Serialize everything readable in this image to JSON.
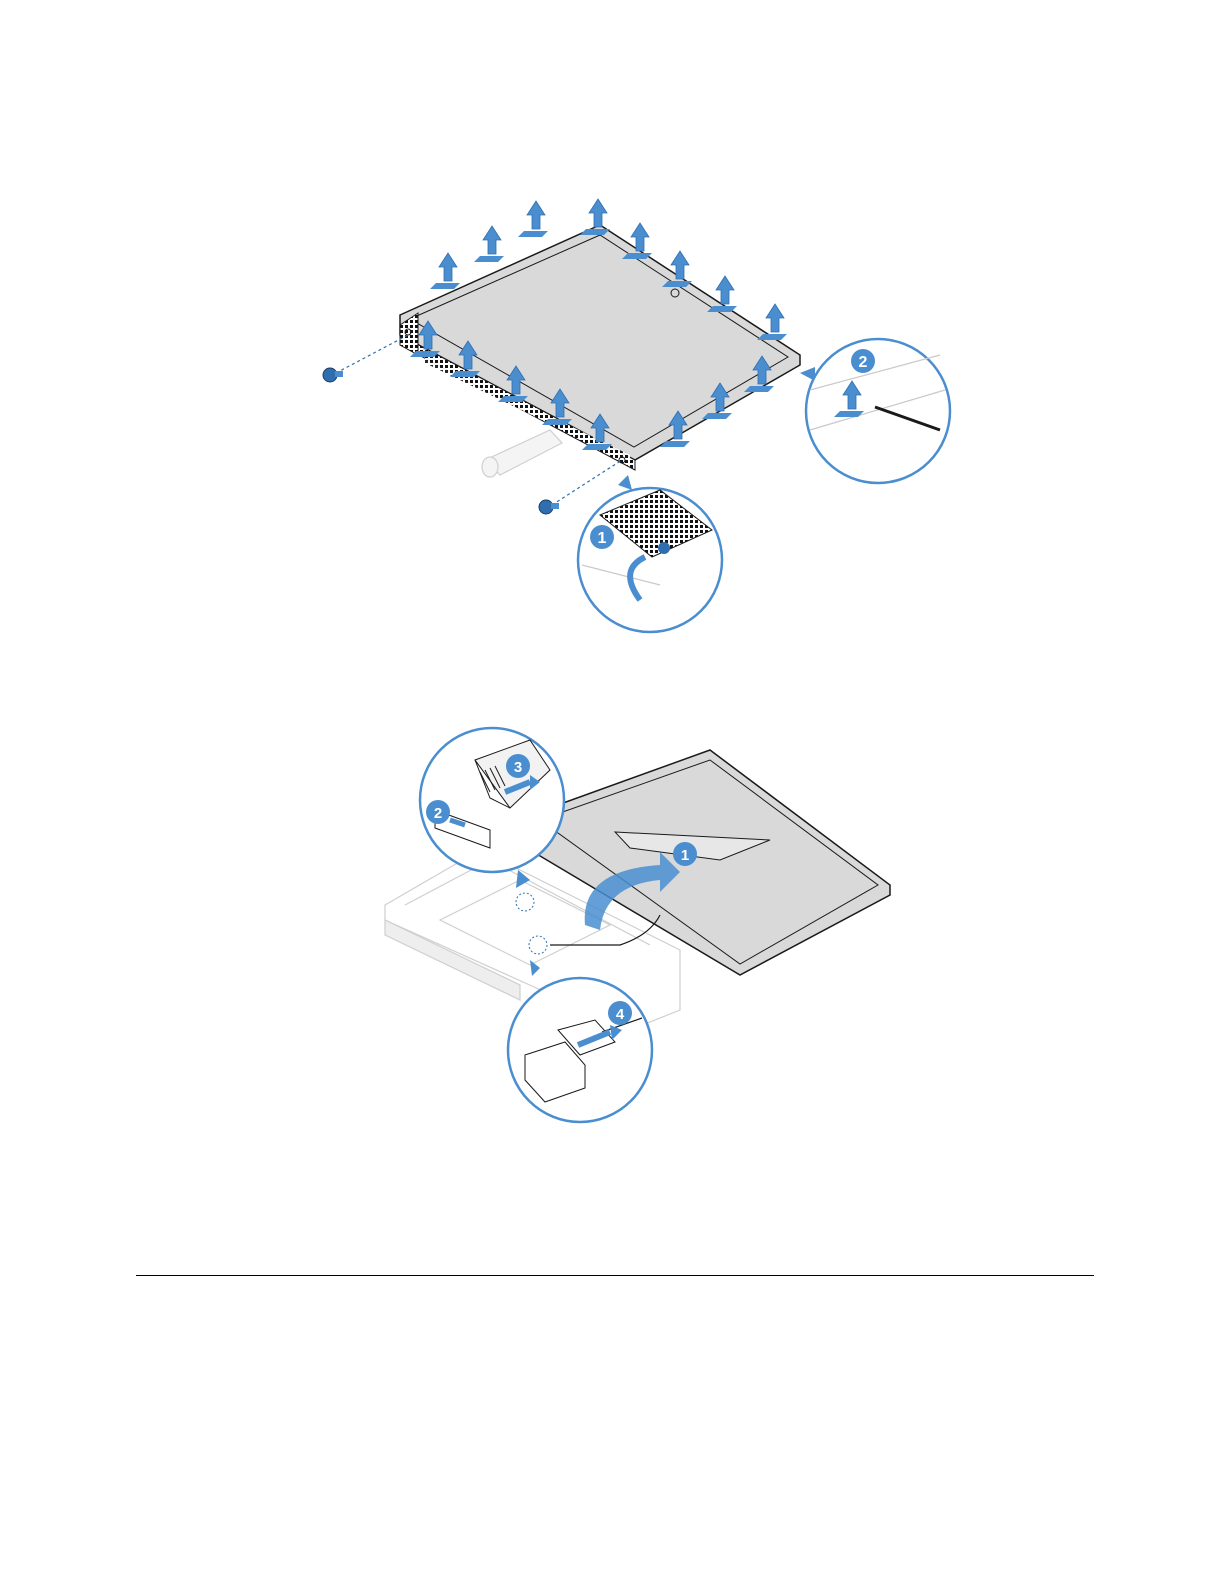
{
  "colors": {
    "accent": "#4a8ed0",
    "accent_dark": "#2f6fb0",
    "screen": "#d9d9d9",
    "outline": "#1a1a1a",
    "ghost": "#cfcfcf"
  },
  "figure1": {
    "callouts": [
      {
        "id": "step-1",
        "label": "1"
      },
      {
        "id": "step-2",
        "label": "2"
      }
    ],
    "icons": [
      "screw-icon",
      "screw-icon",
      "lift-arrow-icon",
      "pry-tool-icon",
      "curved-arrow-icon"
    ]
  },
  "figure2": {
    "callouts": [
      {
        "id": "step-1",
        "label": "1"
      },
      {
        "id": "step-2",
        "label": "2"
      },
      {
        "id": "step-3",
        "label": "3"
      },
      {
        "id": "step-4",
        "label": "4"
      }
    ],
    "icons": [
      "curved-arrow-icon",
      "connector-icon",
      "cable-icon"
    ]
  }
}
